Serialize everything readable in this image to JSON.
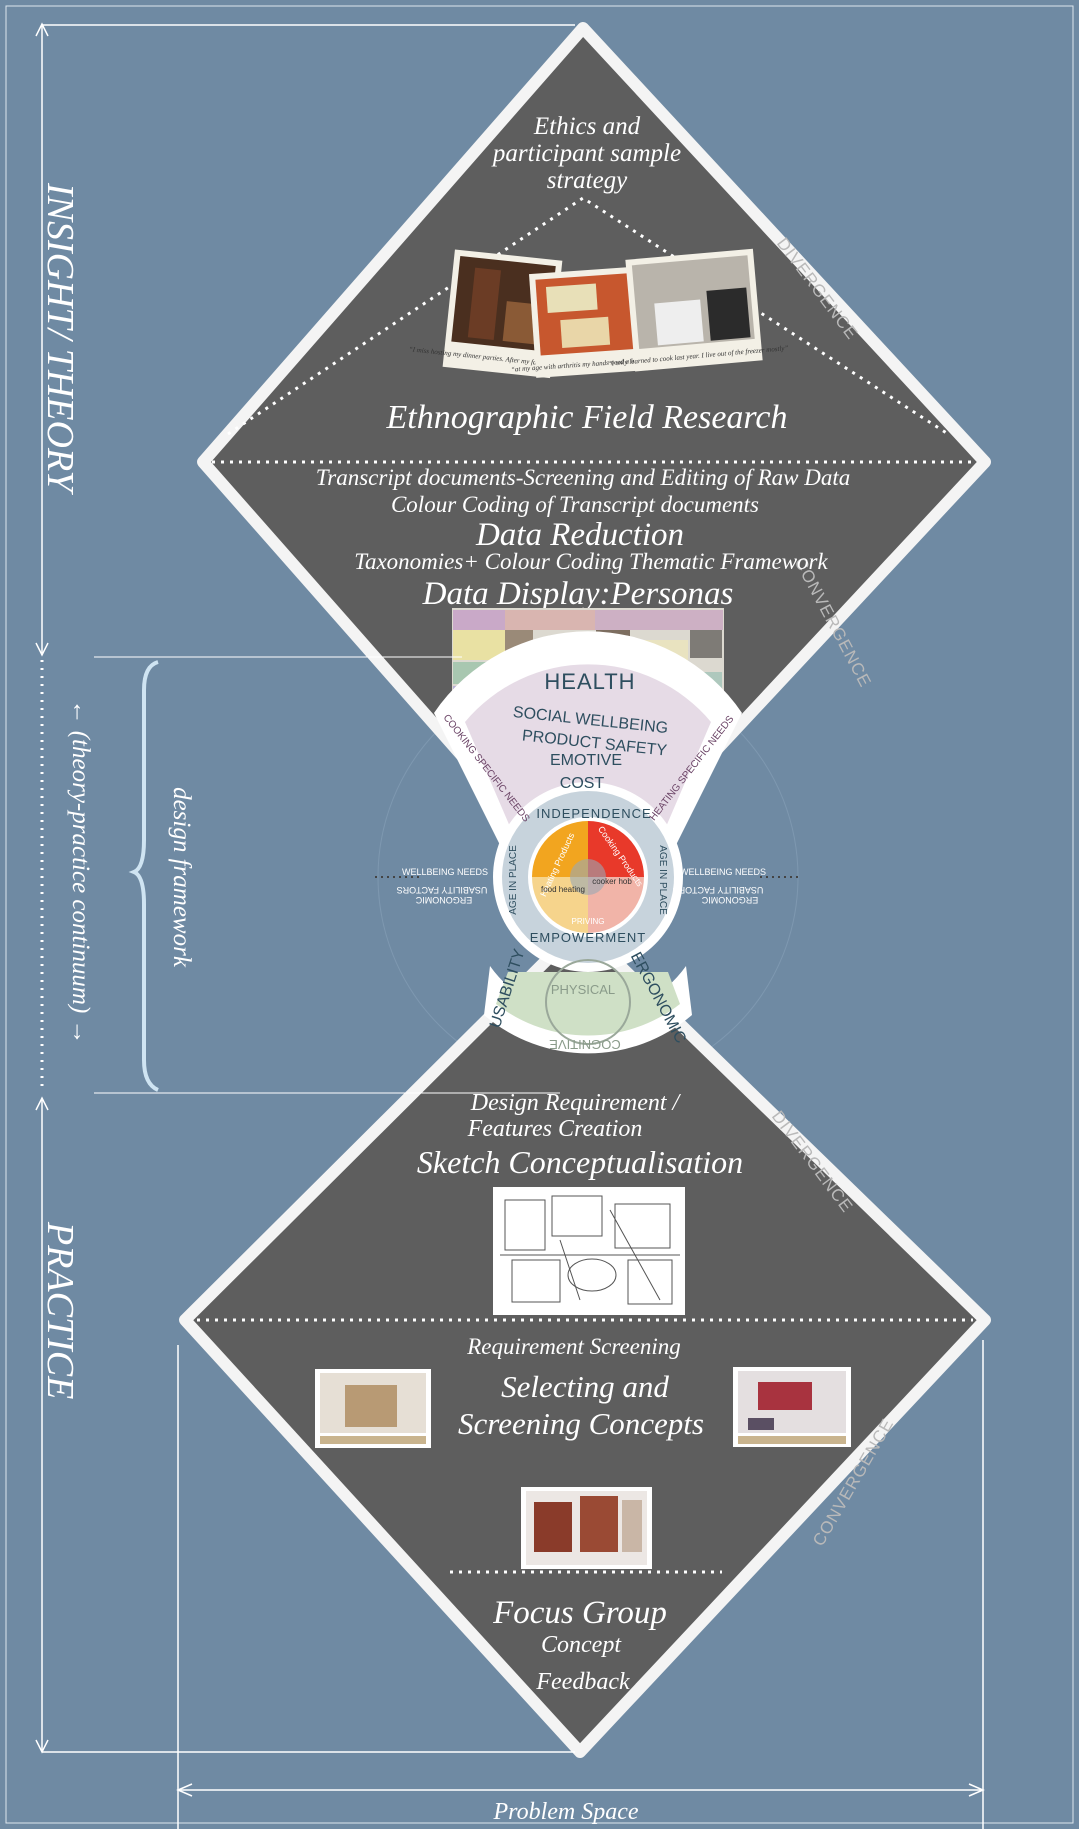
{
  "colors": {
    "background": "#6f8aa3",
    "diamond": "#5e5e5e",
    "outline": "#f4f4f4",
    "text": "#ffffff",
    "health_band": "#e6dbe6",
    "usability_band": "#cfe0c6",
    "healing_products": "#f2a51f",
    "cooking_products": "#e8392a"
  },
  "axes": {
    "insight_theory": "INSIGHT/ THEORY",
    "practice": "PRACTICE",
    "continuum": "← (theory-practice continuum) →",
    "design_framework": "design framework",
    "problem_space": "Problem Space"
  },
  "top_diamond": {
    "ethics": [
      "Ethics and",
      "participant sample",
      "strategy"
    ],
    "divergence": "DIVERGENCE",
    "convergence": "CONVERGENCE",
    "field_research": "Ethnographic Field Research",
    "photo_captions": [
      "“I miss hosting my dinner parties. After my fall, I tend not to...”",
      "“at my age with arthritis my hands need a lot of heating”",
      "“I only learned to cook last year. I live out of the freezer mostly”"
    ],
    "transcript": "Transcript documents-Screening and Editing of Raw Data",
    "colour_coding": "Colour Coding of Transcript documents",
    "data_reduction": "Data Reduction",
    "taxonomies": "Taxonomies+ Colour Coding Thematic Framework",
    "data_display": "Data Display:Personas"
  },
  "framework": {
    "health": "HEALTH",
    "health_items": [
      "SOCIAL WELLBEING",
      "PRODUCT SAFETY",
      "EMOTIVE",
      "COST"
    ],
    "cooking_needs": "COOKING SPECIFIC NEEDS",
    "heating_needs": "HEATING SPECIFIC NEEDS",
    "wellbeing_left": "WELLBEING NEEDS",
    "usability_left": "USABILITY FACTORS",
    "ergonomic_left": "ERGONOMIC",
    "wellbeing_right": "WELLBEING NEEDS",
    "usability_right": "USABILITY FACTORS",
    "ergonomic_right": "ERGONOMIC",
    "independence": "INDEPENDENCE",
    "empowerment": "EMPOWERMENT",
    "age_in_place_left": "AGE IN PLACE",
    "age_in_place_right": "AGE IN PLACE",
    "heating_products": "Heating Products",
    "cooking_products": "Cooking Products",
    "food_heating": "food heating",
    "cooker_hob": "cooker hob",
    "priving": "PRIVING",
    "usability": "USABILITY",
    "ergonomic": "ERGONOMIC",
    "physical": "PHYSICAL",
    "cognitive": "COGNITIVE"
  },
  "bottom_diamond": {
    "design_requirement": "Design Requirement /",
    "features_creation": "Features Creation",
    "divergence": "DIVERGENCE",
    "convergence": "CONVERGENCE",
    "sketch": "Sketch Conceptualisation",
    "requirement_screening": "Requirement Screening",
    "selecting": "Selecting and",
    "screening_concepts": "Screening Concepts",
    "focus_group": "Focus Group",
    "concept": "Concept",
    "feedback": "Feedback"
  }
}
